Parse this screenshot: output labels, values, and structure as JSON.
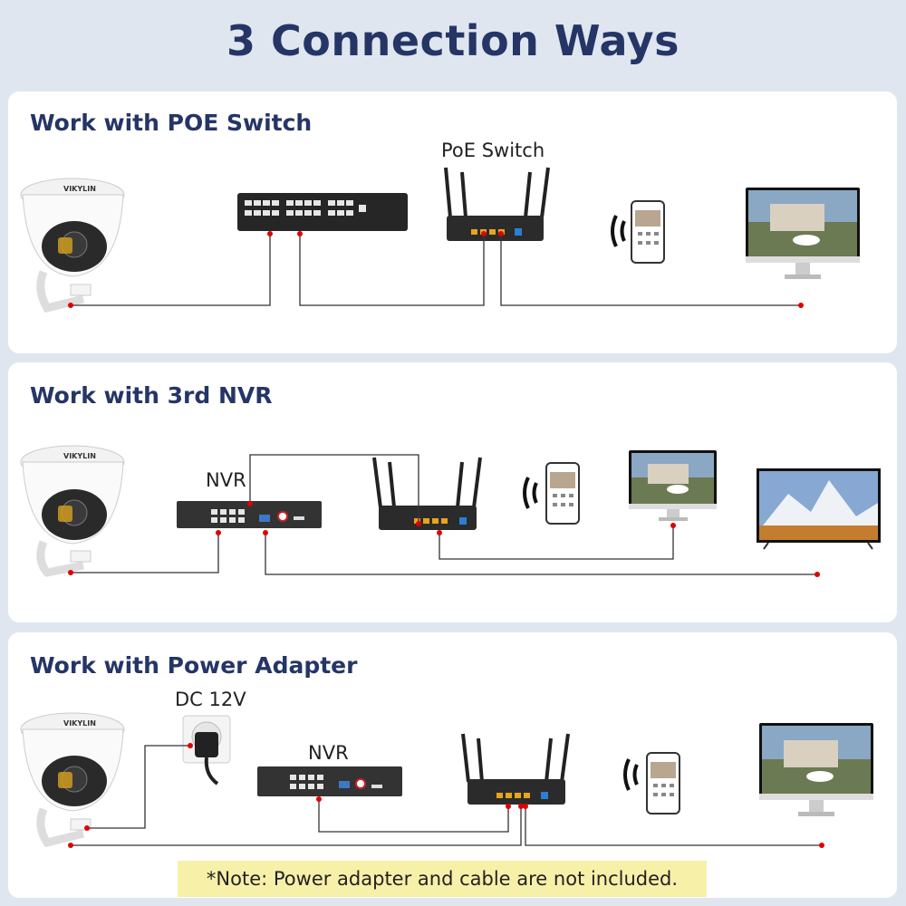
{
  "title": "3 Connection Ways",
  "sections": [
    {
      "title": "Work with POE Switch",
      "labels": {
        "device": "PoE Switch"
      }
    },
    {
      "title": "Work with 3rd NVR",
      "labels": {
        "nvr": "NVR"
      }
    },
    {
      "title": "Work with Power Adapter",
      "labels": {
        "power": "DC 12V",
        "nvr": "NVR"
      }
    }
  ],
  "camera_brand": "VIKYLIN",
  "note": "*Note: Power adapter and cable are not included.",
  "colors": {
    "heading": "#253566",
    "note_bg": "#f7f0a8",
    "cable_dot": "#e00000"
  }
}
